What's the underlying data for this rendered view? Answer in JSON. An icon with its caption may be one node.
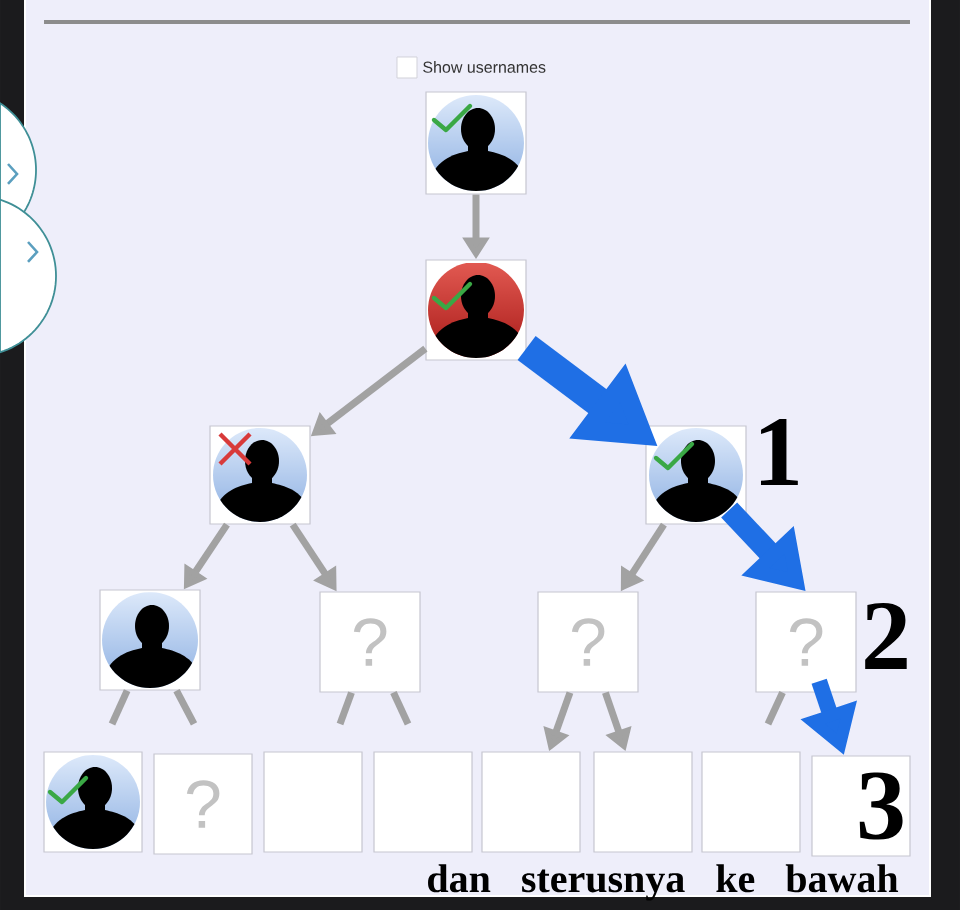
{
  "diagram": {
    "nodes": [
      {
        "text": [],
        "shape": "person"
      },
      {
        "text": [],
        "shape": "person"
      },
      {
        "text": [],
        "shape": "person"
      },
      {
        "text": [],
        "shape": "person",
        "beside": [
          "1"
        ]
      },
      {
        "text": [],
        "shape": "person"
      },
      {
        "text": [
          "?"
        ]
      },
      {
        "text": [
          "?"
        ]
      },
      {
        "text": [
          "?"
        ],
        "beside": [
          "2"
        ]
      },
      {
        "text": [],
        "shape": "person"
      },
      {
        "text": [
          "?"
        ]
      },
      {
        "text": [],
        "shape": "box"
      },
      {
        "text": [],
        "shape": "box"
      },
      {
        "text": [],
        "shape": "box"
      },
      {
        "text": [],
        "shape": "box"
      },
      {
        "text": [],
        "shape": "box"
      },
      {
        "text": [
          "3"
        ]
      }
    ],
    "edges": [
      {
        "from": 0,
        "to": 1,
        "arrow": "to"
      },
      {
        "from": 1,
        "to": 2,
        "arrow": "to"
      },
      {
        "from": 1,
        "to": 3,
        "arrow": "to",
        "style": "thick",
        "color": "#1f6fe5"
      },
      {
        "from": 2,
        "to": 4,
        "arrow": "to"
      },
      {
        "from": 2,
        "to": 5,
        "arrow": "to"
      },
      {
        "from": 3,
        "to": 6,
        "arrow": "to"
      },
      {
        "from": 3,
        "to": 7,
        "arrow": "to",
        "style": "thick",
        "color": "#1f6fe5"
      },
      {
        "from": 6,
        "to": 12,
        "arrow": "to"
      },
      {
        "from": 6,
        "to": 13,
        "arrow": "to"
      },
      {
        "from": 7,
        "to": 15,
        "arrow": "to",
        "style": "thick",
        "color": "#1f6fe5"
      },
      {
        "from": 4,
        "to": null,
        "arrow": "none"
      },
      {
        "from": 4,
        "to": null,
        "arrow": "none"
      },
      {
        "from": 5,
        "to": null,
        "arrow": "none"
      },
      {
        "from": 5,
        "to": null,
        "arrow": "none"
      },
      {
        "from": 7,
        "to": null,
        "arrow": "none"
      }
    ],
    "labels": [
      "Show usernames",
      "dan sterusnya ke bawah"
    ]
  }
}
